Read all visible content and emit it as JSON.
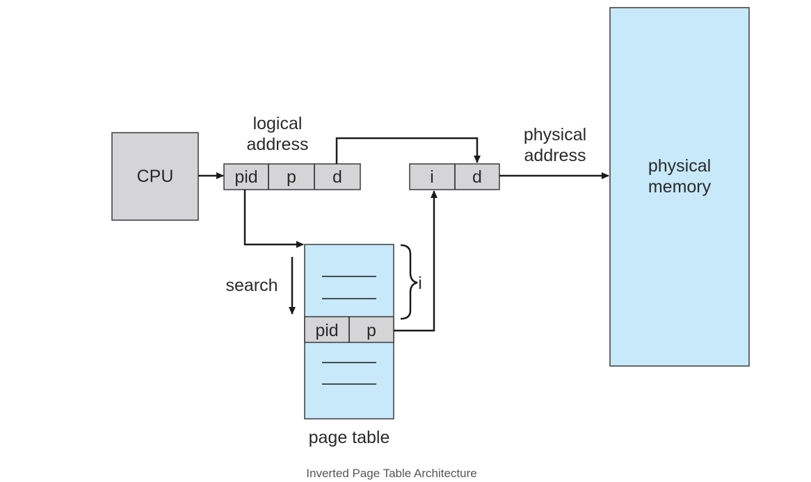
{
  "diagram": {
    "cpu_label": "CPU",
    "logical_address": {
      "label_line1": "logical",
      "label_line2": "address",
      "cells": [
        "pid",
        "p",
        "d"
      ]
    },
    "physical_address": {
      "label_line1": "physical",
      "label_line2": "address",
      "cells": [
        "i",
        "d"
      ]
    },
    "physical_memory": {
      "label_line1": "physical",
      "label_line2": "memory"
    },
    "page_table": {
      "label": "page table",
      "entry_cells": [
        "pid",
        "p"
      ]
    },
    "search_label": "search",
    "index_label": "i",
    "caption": "Inverted Page Table Architecture",
    "colors": {
      "gray_box": "#d5d5d7",
      "blue_box": "#c7e9f9",
      "line": "#1a1a1a"
    }
  }
}
